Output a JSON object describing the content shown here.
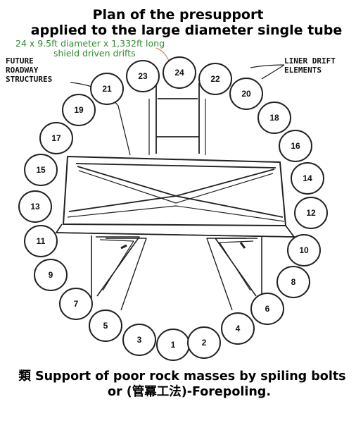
{
  "title": {
    "line1": "Plan of the presupport",
    "line2": "applied to the large diameter single tube"
  },
  "note": {
    "line1": "24 x 9.5ft diameter x 1,332ft long",
    "line2": "shield driven drifts"
  },
  "labels": {
    "future": [
      "FUTURE",
      "ROADWAY",
      "STRUCTURES"
    ],
    "liner": [
      "LINER DRIFT",
      "ELEMENTS"
    ]
  },
  "drifts": [
    "1",
    "2",
    "3",
    "4",
    "5",
    "6",
    "7",
    "8",
    "9",
    "10",
    "11",
    "12",
    "13",
    "14",
    "15",
    "16",
    "17",
    "18",
    "19",
    "20",
    "21",
    "22",
    "23",
    "24"
  ],
  "caption": {
    "line1": "類 Support of poor rock masses by spiling bolts",
    "line2": "or (管冪工法)-Forepoling."
  }
}
